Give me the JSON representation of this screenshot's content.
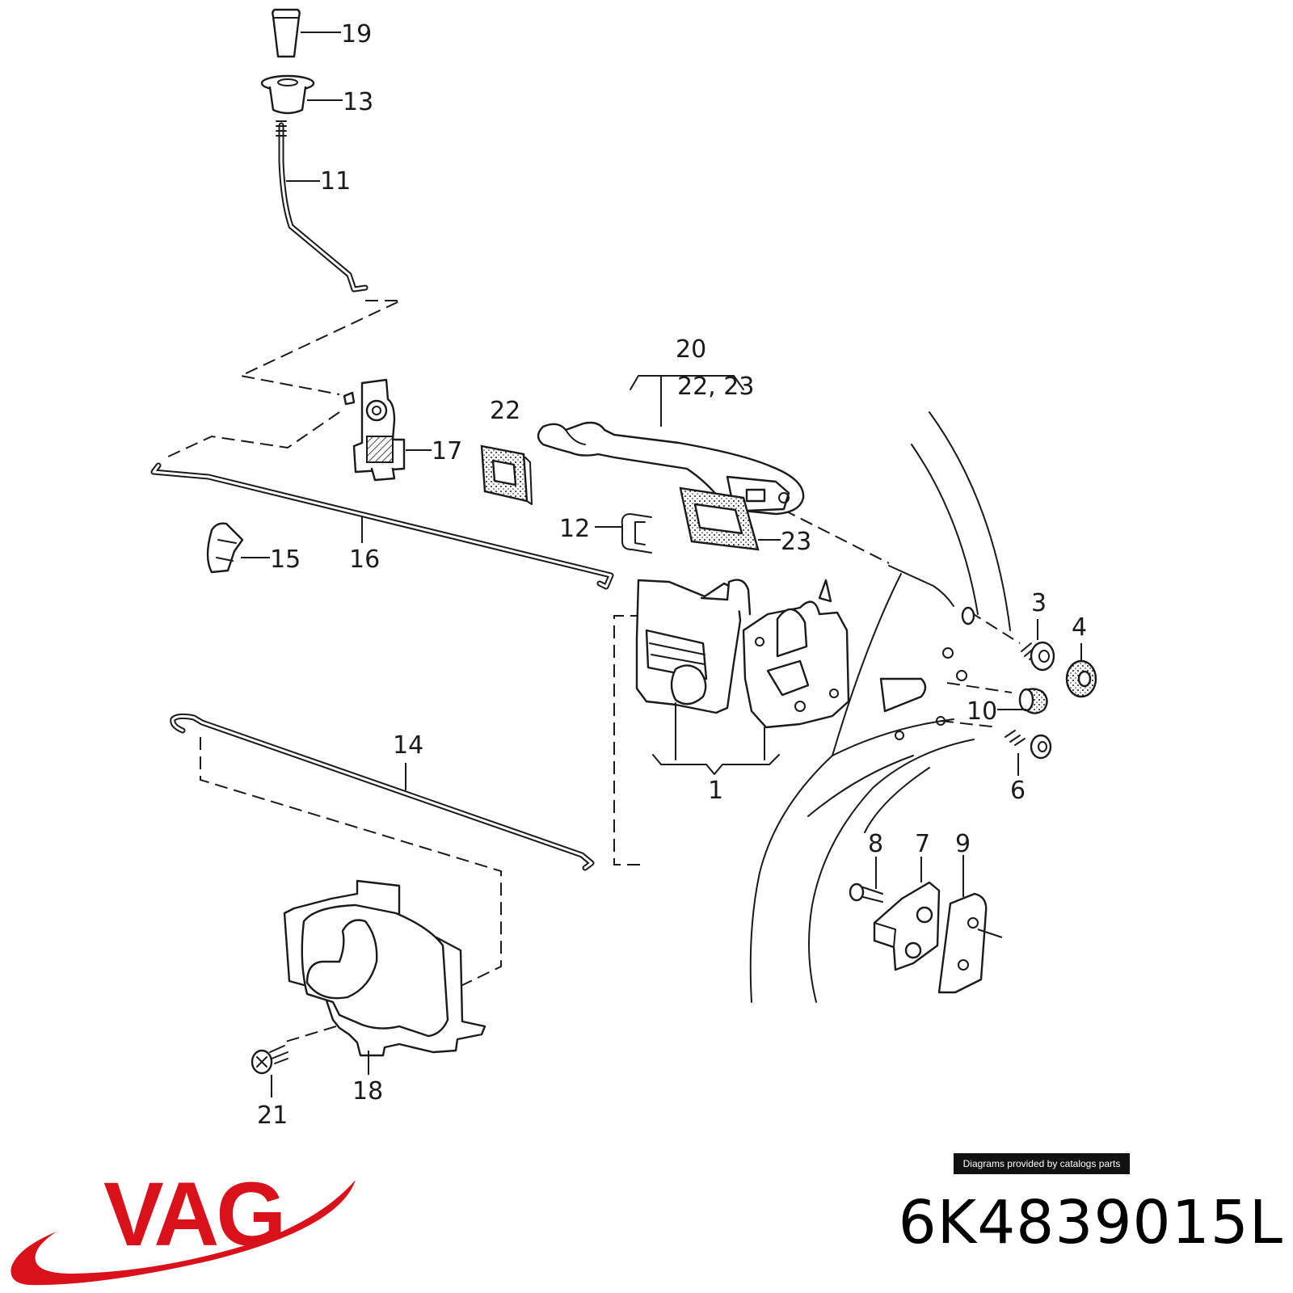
{
  "callouts": {
    "c19": "19",
    "c13": "13",
    "c11": "11",
    "c20": "20",
    "c22_23": "22, 23",
    "c22": "22",
    "c17": "17",
    "c12": "12",
    "c23": "23",
    "c15": "15",
    "c16": "16",
    "c3": "3",
    "c4": "4",
    "c10": "10",
    "c6": "6",
    "c14": "14",
    "c1": "1",
    "c8": "8",
    "c7": "7",
    "c9": "9",
    "c18": "18",
    "c21": "21"
  },
  "credit": "Diagrams provided by catalogs parts",
  "brand": "VAG",
  "part_number": "6K4839015L",
  "colors": {
    "brand_red": "#d8111b",
    "ink": "#1a1a1a",
    "badge_bg": "#111111"
  }
}
